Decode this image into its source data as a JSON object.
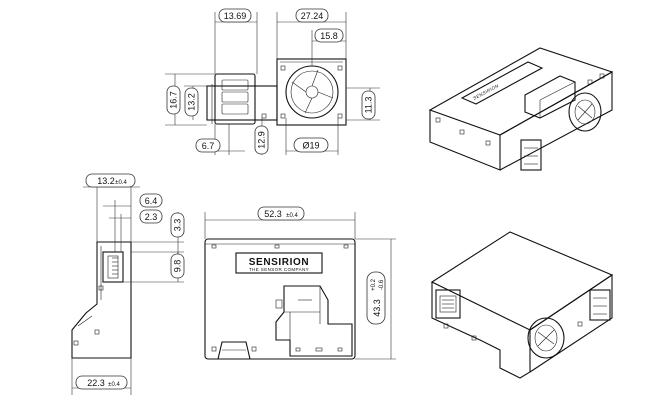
{
  "top_view": {
    "dims": {
      "width_left": "13.69",
      "width_right": "27.24",
      "width_inner": "15.8",
      "height_total": "16.7",
      "height_inner": "13.2",
      "height_right": "11.3",
      "bottom_left": "6.7",
      "bottom_mid": "12.9",
      "diameter": "Ø19"
    }
  },
  "side_view": {
    "dims": {
      "top_width": "13.2",
      "top_tol": "±0.4",
      "d1": "6.4",
      "d2": "2.3",
      "v1": "3.3",
      "v2": "9.8",
      "bottom_width": "22.3",
      "bottom_tol": "±0.4"
    }
  },
  "front_view": {
    "dims": {
      "width": "52.3",
      "width_tol": "±0.4",
      "height": "43.3",
      "height_tol_plus": "+0.2",
      "height_tol_minus": "-0.6"
    },
    "logo_main": "SENSIRION",
    "logo_sub": "THE SENSOR COMPANY"
  },
  "iso_top": {
    "logo_main": "SENSIRION"
  }
}
